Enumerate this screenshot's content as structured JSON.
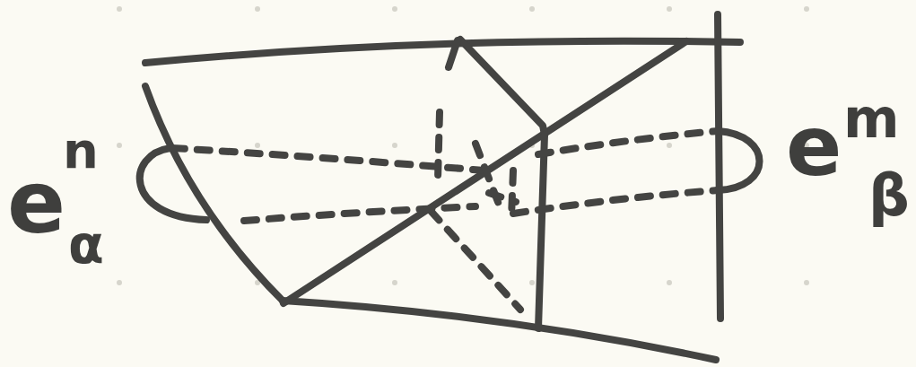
{
  "diagram": {
    "labels": [
      "e",
      "n",
      "α",
      "e",
      "m",
      "β"
    ]
  }
}
